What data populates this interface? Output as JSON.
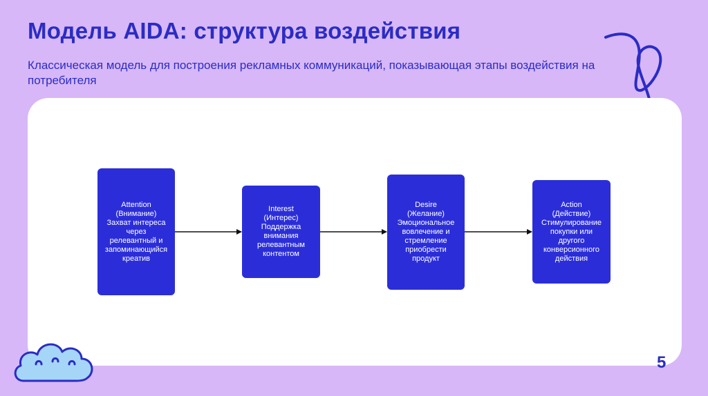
{
  "slide": {
    "title": "Модель AIDA: структура воздействия",
    "subtitle": "Классическая модель для построения рекламных коммуникаций, показывающая этапы воздействия на потребителя",
    "page_number": "5"
  },
  "colors": {
    "background": "#d7b7f7",
    "accent": "#2b2cc4",
    "box": "#2b2ed8",
    "panel": "#ffffff",
    "cloud": "#a6d6f7"
  },
  "diagram": {
    "stages": [
      {
        "label": "Attention\n(Внимание)\nЗахват интереса\nчерез\nрелевантный и\nзапоминающийся\nкреатив"
      },
      {
        "label": "Interest\n(Интерес)\nПоддержка\nвнимания\nрелевантным\nконтентом"
      },
      {
        "label": "Desire\n(Желание)\nЭмоциональное\nвовлечение и\nстремление\nприобрести\nпродукт"
      },
      {
        "label": "Action\n(Действие)\nСтимулирование\nпокупки или\nдругого\nконверсионного\nдействия"
      }
    ]
  }
}
